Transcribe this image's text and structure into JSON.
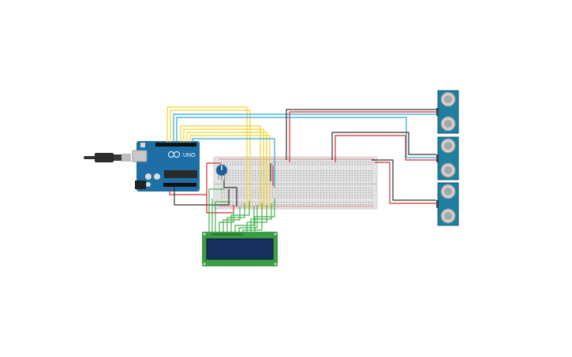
{
  "circuit": {
    "components": [
      {
        "id": "usb-cable",
        "kind": "usb-cable"
      },
      {
        "id": "arduino-uno",
        "kind": "microcontroller",
        "label": "UNO"
      },
      {
        "id": "potentiometer",
        "kind": "potentiometer"
      },
      {
        "id": "breadboard",
        "kind": "breadboard"
      },
      {
        "id": "lcd-16x2",
        "kind": "lcd-display"
      },
      {
        "id": "ultrasonic-sensor-1",
        "kind": "ultrasonic-sensor"
      },
      {
        "id": "ultrasonic-sensor-2",
        "kind": "ultrasonic-sensor"
      },
      {
        "id": "ultrasonic-sensor-3",
        "kind": "ultrasonic-sensor"
      }
    ],
    "wire_colors": {
      "red": "#d32f2f",
      "black": "#333333",
      "yellow": "#f2d22e",
      "cyan": "#29a9d6",
      "green": "#43b14c",
      "board_blue": "#1d6fa5",
      "sensor_teal": "#1e7fa0"
    }
  }
}
